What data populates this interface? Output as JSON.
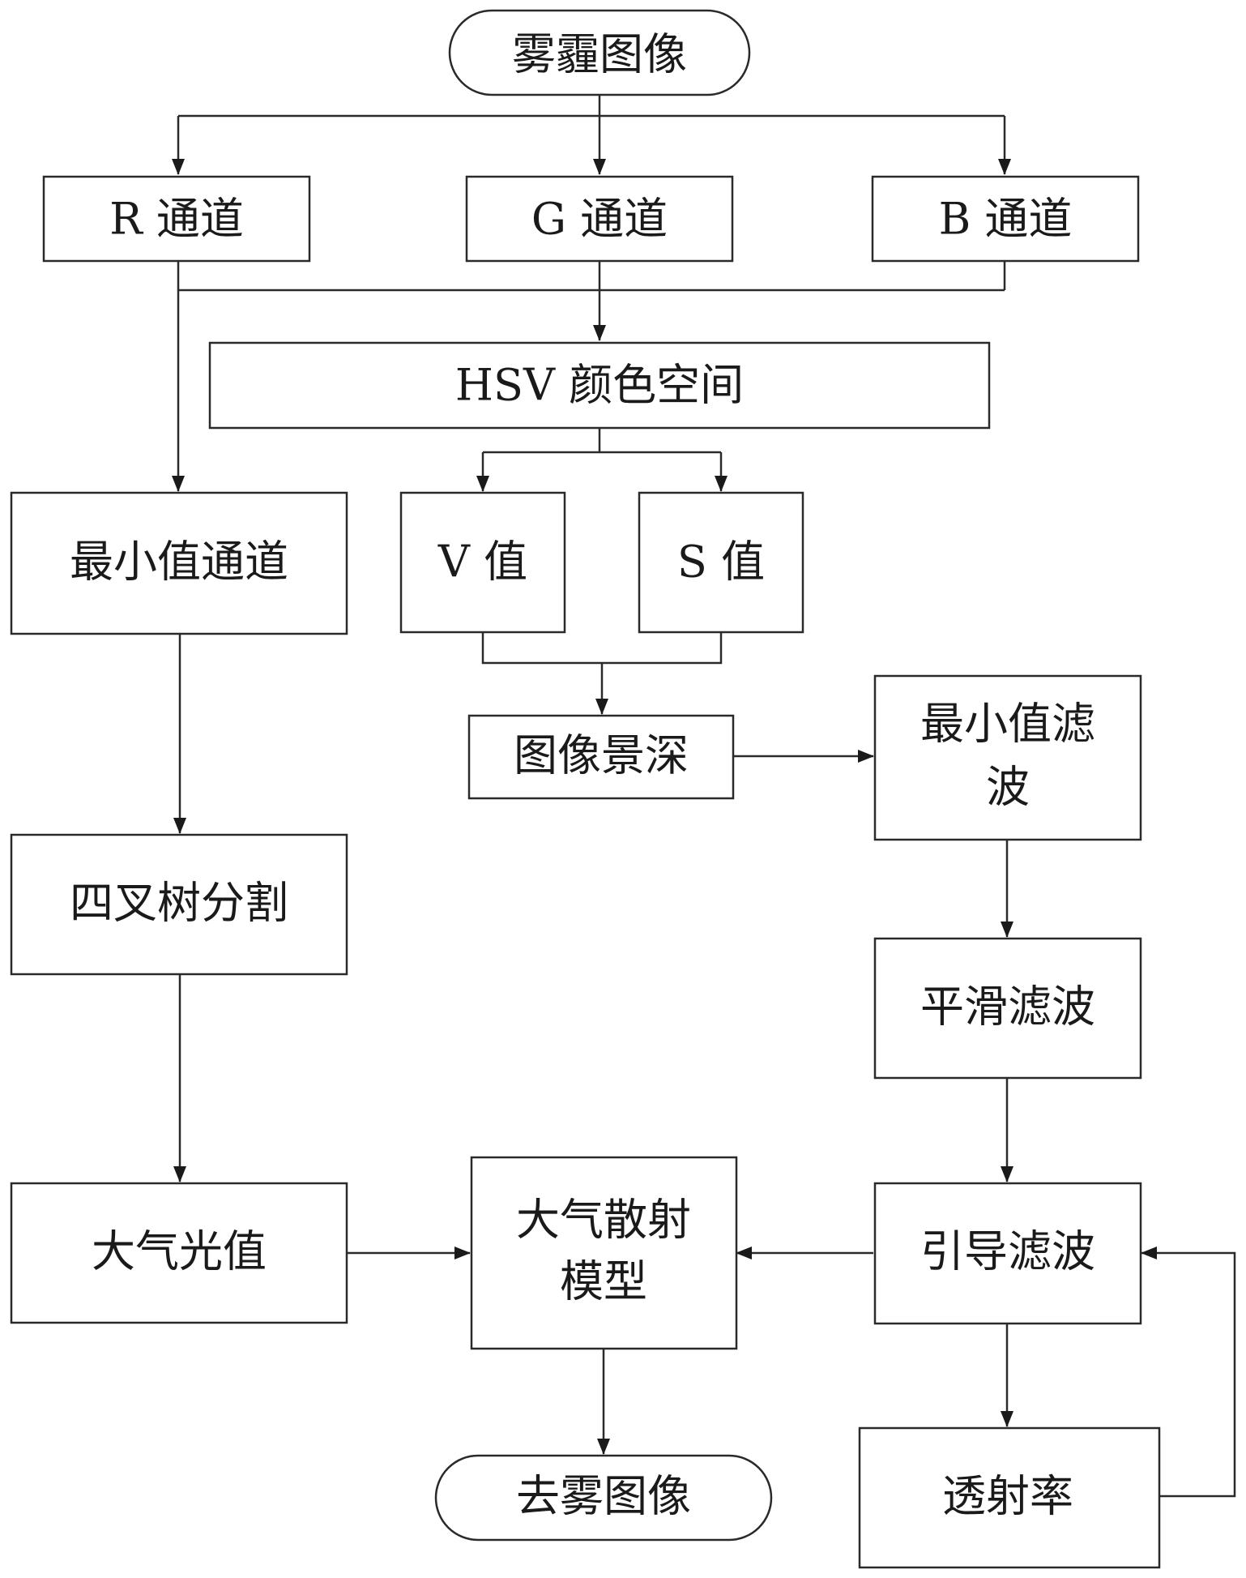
{
  "nodes": {
    "input_image": "雾霾图像",
    "r_channel": "R 通道",
    "g_channel": "G  通道",
    "b_channel": "B 通道",
    "hsv_space": "HSV 颜色空间",
    "min_channel": "最小值通道",
    "v_value": "V  值",
    "s_value": "S 值",
    "image_depth": "图像景深",
    "min_filter_line1": "最小值滤",
    "min_filter_line2": "波",
    "quadtree": "四叉树分割",
    "smooth_filter": "平滑滤波",
    "atmos_light": "大气光值",
    "scatter_model_line1": "大气散射",
    "scatter_model_line2": "模型",
    "guided_filter": "引导滤波",
    "output_image": "去雾图像",
    "transmittance": "透射率"
  }
}
